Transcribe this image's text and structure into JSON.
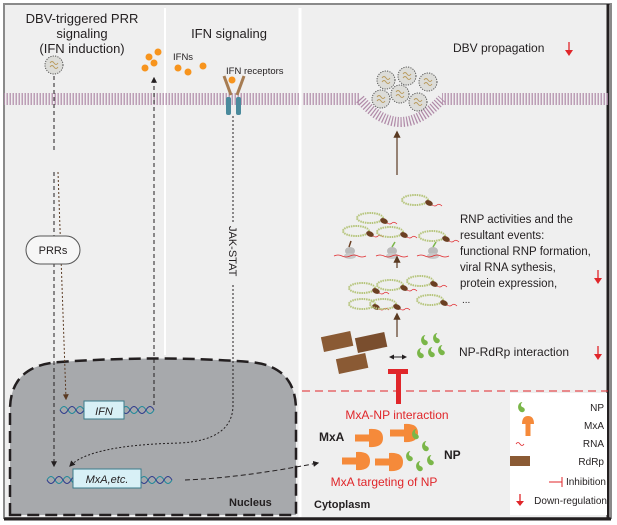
{
  "left_panel": {
    "title_line1": "DBV-triggered PRR",
    "title_line2": "signaling",
    "title_line3": "(IFN induction)",
    "prr_label": "PRRs"
  },
  "ifn_panel": {
    "title": "IFN  signaling",
    "ifns_label": "IFNs",
    "receptors_label": "IFN receptors",
    "jak_stat_label": "JAK-STAT"
  },
  "nucleus": {
    "label": "Nucleus",
    "ifn_gene": "IFN",
    "mxa_gene": "MxA,etc."
  },
  "right_panel": {
    "propagation_label": "DBV propagation",
    "rnp_line1": "RNP activities and the",
    "rnp_line2": "resultant events:",
    "rnp_line3": "functional RNP formation,",
    "rnp_line4": "viral RNA sythesis,",
    "rnp_line5": "protein expression,",
    "rnp_line6": "...",
    "np_rdrp_label": "NP-RdRp interaction",
    "mxa_np_interaction": "MxA-NP interaction",
    "mxa_targeting": "MxA targeting of NP",
    "mxa_label": "MxA",
    "np_label": "NP",
    "cytoplasm_label": "Cytoplasm",
    "downreg_symbol": "(↓)"
  },
  "legend": {
    "items": [
      {
        "icon": "np-icon",
        "label": "NP"
      },
      {
        "icon": "mxa-icon",
        "label": "MxA"
      },
      {
        "icon": "rna-icon",
        "label": "RNA"
      },
      {
        "icon": "rdrp-icon",
        "label": "RdRp"
      },
      {
        "icon": "inhibition-icon",
        "label": "Inhibition"
      },
      {
        "icon": "down-regulation-icon",
        "label": "Down-regulation"
      }
    ]
  },
  "colors": {
    "background": "#efefef",
    "membrane": "#b08aa8",
    "nucleus": "#a7a9ac",
    "inhibition": "#e0262a",
    "mxa": "#f58a3a",
    "np": "#7ab648",
    "rdrp": "#8a5a34",
    "gene_box": "#d8f0f6"
  }
}
